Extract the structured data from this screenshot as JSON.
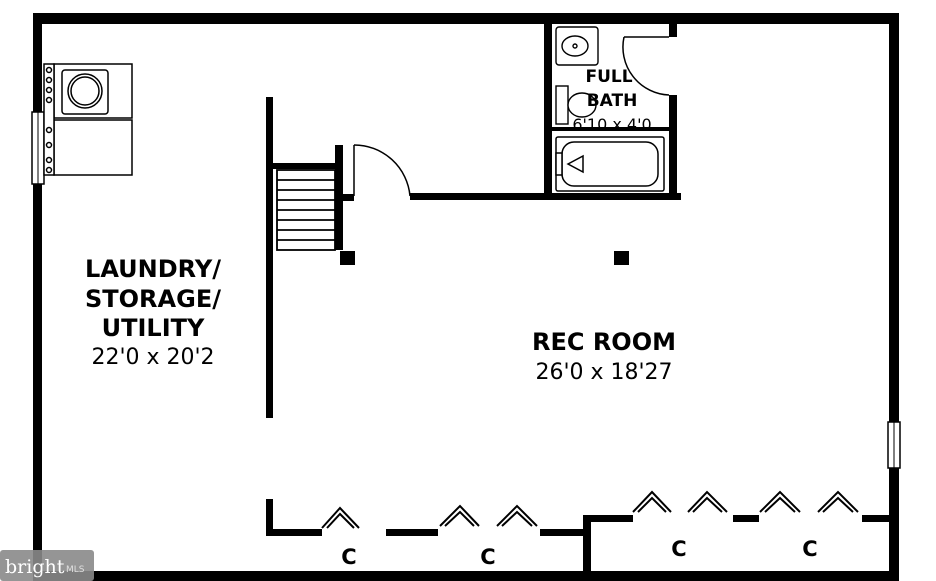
{
  "rooms": {
    "laundry": {
      "name_lines": [
        "LAUNDRY/",
        "STORAGE/",
        "UTILITY"
      ],
      "dims": "22'0 x 20'2"
    },
    "rec_room": {
      "name": "REC ROOM",
      "dims": "26'0 x 18'27"
    },
    "bath": {
      "name_lines": [
        "FULL",
        "BATH"
      ],
      "dims": "6'10 x 4'0"
    }
  },
  "closets": [
    "C",
    "C",
    "C",
    "C"
  ],
  "watermark": {
    "text": "bright",
    "sub": "MLS"
  }
}
